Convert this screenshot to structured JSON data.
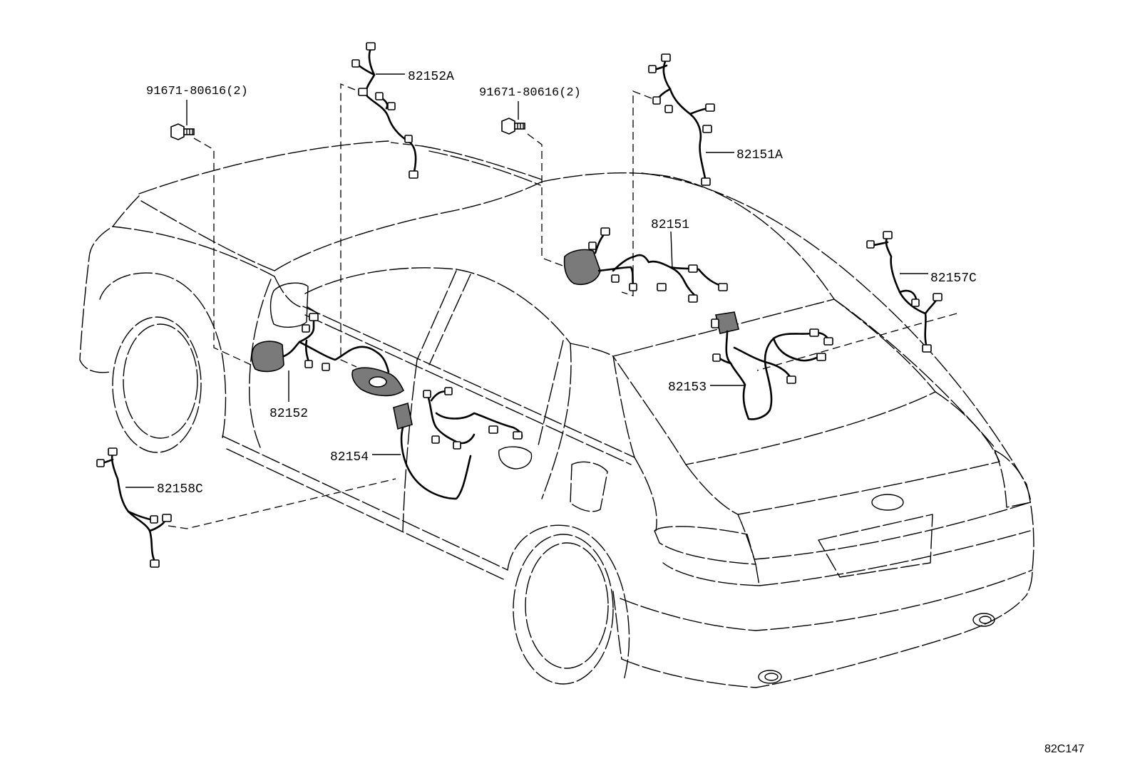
{
  "diagram": {
    "line_color": "#000000",
    "background": "#ffffff",
    "callouts": {
      "bolt_left": "91671-80616(2)",
      "bolt_center": "91671-80616(2)",
      "p82152A": "82152A",
      "p82151A": "82151A",
      "p82151": "82151",
      "p82157C": "82157C",
      "p82153": "82153",
      "p82152": "82152",
      "p82154": "82154",
      "p82158C": "82158C"
    },
    "reference_code": "82C147"
  }
}
